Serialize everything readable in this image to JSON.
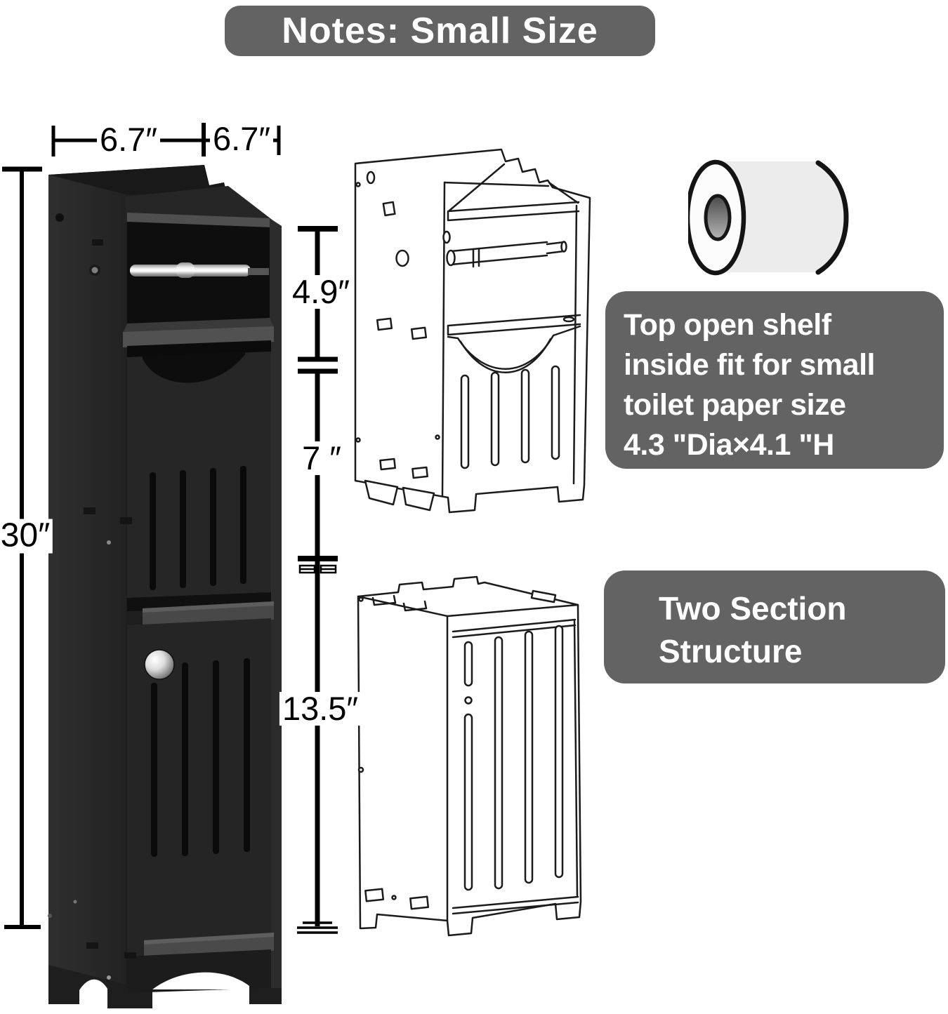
{
  "header": {
    "title": "Notes: Small Size"
  },
  "dimensions": {
    "width_left": "6.7″",
    "width_right": "6.7″",
    "height_total": "30″",
    "section_top": "4.9″",
    "section_middle": "7 ″",
    "section_bottom": "13.5″"
  },
  "callouts": {
    "paper_size_note": "Top open shelf\ninside fit for small\ntoilet paper size\n4.3 \"Dia×4.1 \"H",
    "structure_note": "Two Section\nStructure"
  },
  "illustrations": {
    "cabinet_photo": "black toilet paper storage cabinet photo",
    "top_section_drawing": "upper cabinet section line drawing",
    "bottom_section_drawing": "lower cabinet section line drawing",
    "toilet_paper_roll": "toilet paper roll"
  },
  "colors": {
    "callout_bg": "#636363",
    "annotation": "#000000",
    "cabinet": "#232323",
    "chrome": "#cccccc",
    "drawing_stroke": "#1b1b1b"
  }
}
